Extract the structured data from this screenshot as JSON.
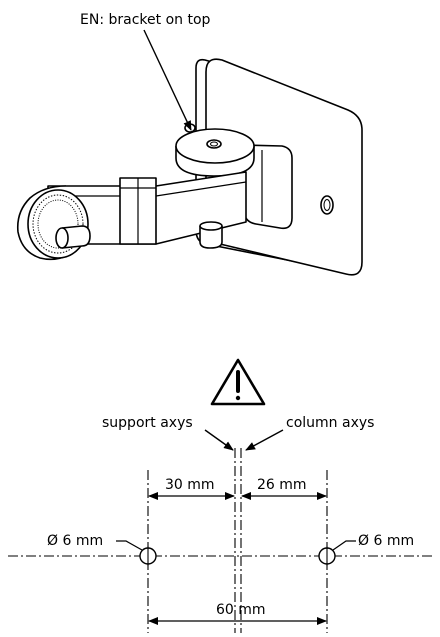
{
  "callout": {
    "bracket_label": "EN: bracket on top"
  },
  "warning_icon": "warning-triangle-icon",
  "axes": {
    "support_label": "support axys",
    "column_label": "column axys"
  },
  "dimensions": {
    "left_offset": "30 mm",
    "right_offset": "26 mm",
    "total_span": "60 mm",
    "left_hole": "Ø 6 mm",
    "right_hole": "Ø 6 mm"
  }
}
